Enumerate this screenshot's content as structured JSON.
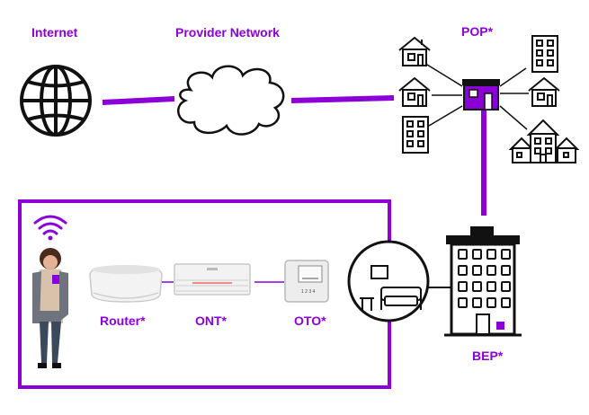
{
  "labels": {
    "internet": "Internet",
    "provider_network": "Provider Network",
    "pop": "POP*",
    "router": "Router*",
    "ont": "ONT*",
    "oto": "OTO*",
    "bep": "BEP*"
  },
  "device_text": {
    "oto_digits": "1 2 3 4"
  },
  "colors": {
    "accent": "#8b00d6",
    "line": "#222222"
  },
  "icons": [
    "globe-icon",
    "cloud-icon",
    "house-icon",
    "apartment-building-icon",
    "pop-building-icon",
    "houses-cluster-icon",
    "wifi-icon",
    "person-icon",
    "router-device",
    "ont-device",
    "oto-device",
    "living-room-icon",
    "bep-building-icon"
  ]
}
